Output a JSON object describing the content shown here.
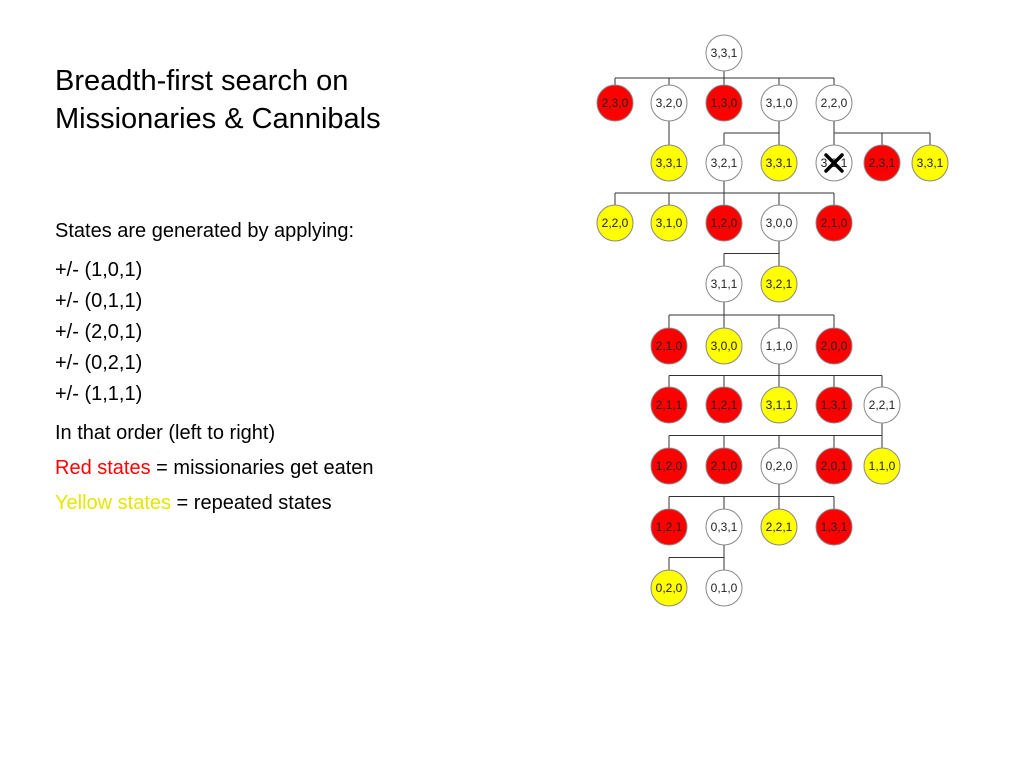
{
  "title": {
    "line1": "Breadth-first search on",
    "line2": "Missionaries & Cannibals"
  },
  "body": {
    "intro": "States are generated by applying:",
    "operators": [
      "+/- (1,0,1)",
      "+/- (0,1,1)",
      "+/- (2,0,1)",
      "+/- (0,2,1)",
      "+/- (1,1,1)"
    ],
    "order": "In that order (left to right)",
    "red_legend_colored": "Red states",
    "red_legend_rest": " = missionaries get eaten",
    "yellow_legend_colored": "Yellow states",
    "yellow_legend_rest": " = repeated states"
  },
  "colors": {
    "red": "#ff0000",
    "yellow": "#ffff00",
    "white": "#ffffff",
    "legend_yellow_text": "#e6e600"
  },
  "tree": {
    "nodes": [
      {
        "id": "n0",
        "label": "3,3,1",
        "status": "white"
      },
      {
        "id": "n1",
        "label": "2,3,0",
        "status": "red"
      },
      {
        "id": "n2",
        "label": "3,2,0",
        "status": "white"
      },
      {
        "id": "n3",
        "label": "1,3,0",
        "status": "red"
      },
      {
        "id": "n4",
        "label": "3,1,0",
        "status": "white"
      },
      {
        "id": "n5",
        "label": "2,2,0",
        "status": "white"
      },
      {
        "id": "n6",
        "label": "3,3,1",
        "status": "yellow"
      },
      {
        "id": "n7",
        "label": "3,2,1",
        "status": "white"
      },
      {
        "id": "n8",
        "label": "3,3,1",
        "status": "yellow"
      },
      {
        "id": "n9",
        "label": "3,2,1",
        "status": "white",
        "crossed": true
      },
      {
        "id": "n10",
        "label": "2,3,1",
        "status": "red"
      },
      {
        "id": "n11",
        "label": "3,3,1",
        "status": "yellow"
      },
      {
        "id": "n12",
        "label": "2,2,0",
        "status": "yellow"
      },
      {
        "id": "n13",
        "label": "3,1,0",
        "status": "yellow"
      },
      {
        "id": "n14",
        "label": "1,2,0",
        "status": "red"
      },
      {
        "id": "n15",
        "label": "3,0,0",
        "status": "white"
      },
      {
        "id": "n16",
        "label": "2,1,0",
        "status": "red"
      },
      {
        "id": "n17",
        "label": "3,1,1",
        "status": "white"
      },
      {
        "id": "n18",
        "label": "3,2,1",
        "status": "yellow"
      },
      {
        "id": "n19",
        "label": "2,1,0",
        "status": "red"
      },
      {
        "id": "n20",
        "label": "3,0,0",
        "status": "yellow"
      },
      {
        "id": "n21",
        "label": "1,1,0",
        "status": "white"
      },
      {
        "id": "n22",
        "label": "2,0,0",
        "status": "red"
      },
      {
        "id": "n23",
        "label": "2,1,1",
        "status": "red"
      },
      {
        "id": "n24",
        "label": "1,2,1",
        "status": "red"
      },
      {
        "id": "n25",
        "label": "3,1,1",
        "status": "yellow"
      },
      {
        "id": "n26",
        "label": "1,3,1",
        "status": "red"
      },
      {
        "id": "n27",
        "label": "2,2,1",
        "status": "white"
      },
      {
        "id": "n28",
        "label": "1,2,0",
        "status": "red"
      },
      {
        "id": "n29",
        "label": "2,1,0",
        "status": "red"
      },
      {
        "id": "n30",
        "label": "0,2,0",
        "status": "white"
      },
      {
        "id": "n31",
        "label": "2,0,1",
        "status": "red"
      },
      {
        "id": "n32",
        "label": "1,1,0",
        "status": "yellow"
      },
      {
        "id": "n33",
        "label": "1,2,1",
        "status": "red"
      },
      {
        "id": "n34",
        "label": "0,3,1",
        "status": "white"
      },
      {
        "id": "n35",
        "label": "2,2,1",
        "status": "yellow"
      },
      {
        "id": "n36",
        "label": "1,3,1",
        "status": "red"
      },
      {
        "id": "n37",
        "label": "0,2,0",
        "status": "yellow"
      },
      {
        "id": "n38",
        "label": "0,1,0",
        "status": "white"
      }
    ],
    "edges": [
      [
        "n0",
        [
          "n1",
          "n2",
          "n3",
          "n4",
          "n5"
        ]
      ],
      [
        "n2",
        [
          "n6"
        ]
      ],
      [
        "n4",
        [
          "n7",
          "n8"
        ]
      ],
      [
        "n5",
        [
          "n9",
          "n10",
          "n11"
        ]
      ],
      [
        "n7",
        [
          "n12",
          "n13",
          "n14",
          "n15",
          "n16"
        ]
      ],
      [
        "n15",
        [
          "n17",
          "n18"
        ]
      ],
      [
        "n17",
        [
          "n19",
          "n20",
          "n21",
          "n22"
        ]
      ],
      [
        "n21",
        [
          "n23",
          "n24",
          "n25",
          "n26",
          "n27"
        ]
      ],
      [
        "n27",
        [
          "n28",
          "n29",
          "n30",
          "n31",
          "n32"
        ]
      ],
      [
        "n30",
        [
          "n33",
          "n34",
          "n35",
          "n36"
        ]
      ],
      [
        "n34",
        [
          "n37",
          "n38"
        ]
      ]
    ]
  }
}
